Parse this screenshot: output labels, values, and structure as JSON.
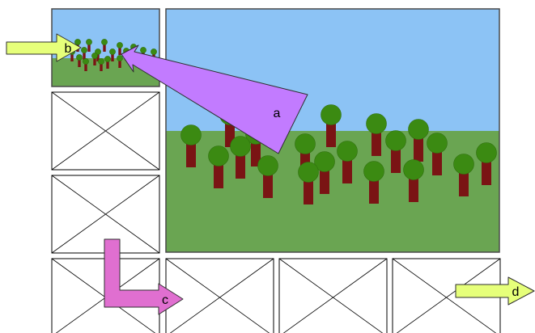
{
  "colors": {
    "sky": "#8cc3f5",
    "grass": "#6aa552",
    "trunk": "#7a1414",
    "canopy": "#3b8a12",
    "canopy_stroke": "#2f6f0e",
    "frame": "#4a4a4a",
    "arrow_a": "#c27bff",
    "arrow_c": "#e06fd0",
    "arrow_bd": "#e6ff7a",
    "arrow_stroke": "#2f2f2f"
  },
  "placeholder_icon": "crossed-box-placeholder",
  "arrows": {
    "a": {
      "label": "a"
    },
    "b": {
      "label": "b"
    },
    "c": {
      "label": "c"
    },
    "d": {
      "label": "d"
    }
  }
}
